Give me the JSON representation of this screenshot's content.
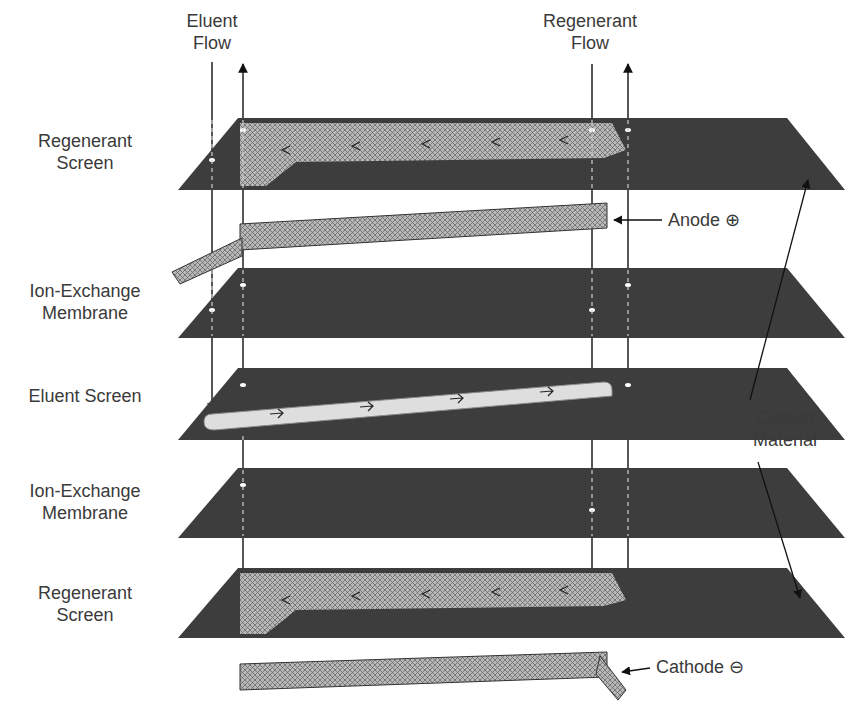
{
  "diagram": {
    "labels": [
      "Eluent Flow",
      "Regenerant Flow",
      "Regenerant Screen",
      "Anode ⊕",
      "Ion-Exchange Membrane",
      "Eluent Screen",
      "Gasket Material",
      "Ion-Exchange Membrane",
      "Regenerant Screen",
      "Cathode ⊖"
    ]
  }
}
